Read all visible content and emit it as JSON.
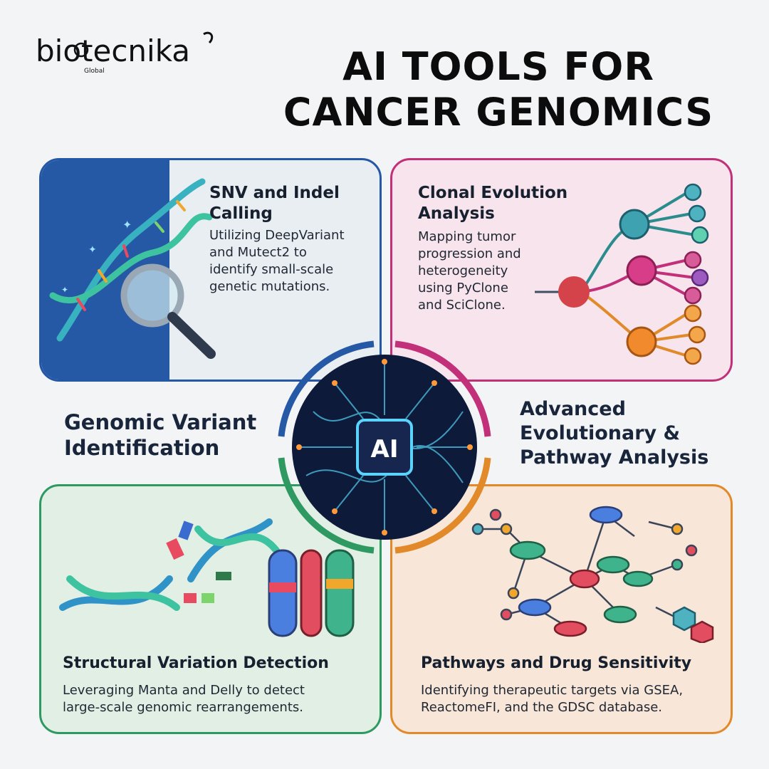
{
  "logo": {
    "wordmark": "biotecnika",
    "tagline": "Global"
  },
  "header": {
    "title_line1": "AI TOOLS FOR",
    "title_line2": "CANCER GENOMICS"
  },
  "hub": {
    "chip_label": "AI"
  },
  "sections": {
    "left_label_line1": "Genomic Variant",
    "left_label_line2": "Identification",
    "right_label_line1": "Advanced",
    "right_label_line2": "Evolutionary &",
    "right_label_line3": "Pathway Analysis"
  },
  "panels": {
    "snv": {
      "title_line1": "SNV and Indel",
      "title_line2": "Calling",
      "desc_line1": "Utilizing DeepVariant",
      "desc_line2": "and Mutect2 to",
      "desc_line3": "identify small-scale",
      "desc_line4": "genetic mutations."
    },
    "clonal": {
      "title_line1": "Clonal Evolution",
      "title_line2": "Analysis",
      "desc_line1": "Mapping tumor",
      "desc_line2": "progression and",
      "desc_line3": "heterogeneity",
      "desc_line4": "using PyClone",
      "desc_line5": "and SciClone."
    },
    "structural": {
      "title": "Structural Variation Detection",
      "desc_line1": "Leveraging Manta and Delly to detect",
      "desc_line2": "large-scale genomic rearrangements."
    },
    "pathways": {
      "title": "Pathways and Drug Sensitivity",
      "desc_line1": "Identifying therapeutic targets via GSEA,",
      "desc_line2": "ReactomeFI, and the GDSC database."
    }
  },
  "colors": {
    "blue": "#2558a5",
    "magenta": "#c2307a",
    "green": "#2e9a62",
    "orange": "#e28a2a",
    "hub_dark": "#0e1a3a"
  },
  "icons": [
    "dna-magnifier-icon",
    "clonal-tree-icon",
    "broken-dna-chromosome-icon",
    "pathway-network-icon",
    "ai-chip-icon"
  ]
}
